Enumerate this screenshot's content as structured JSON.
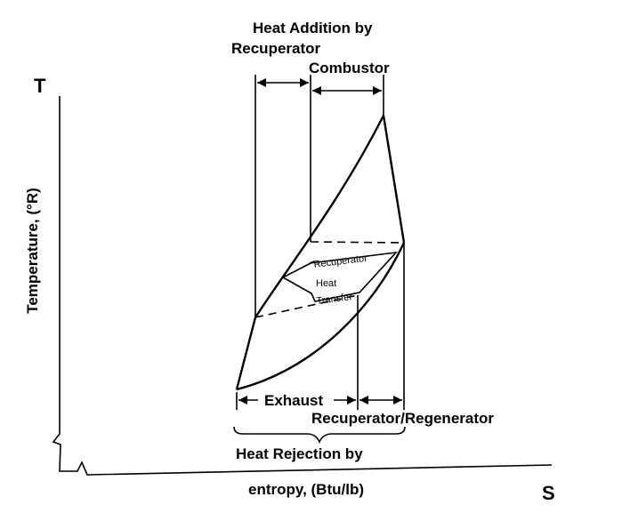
{
  "axes": {
    "y_symbol": "T",
    "x_symbol": "S",
    "y_label": "Temperature, (°R)",
    "x_label": "entropy, (Btu/lb)"
  },
  "top_labels": {
    "heat_addition": "Heat Addition by",
    "recuperator": "Recuperator",
    "combustor": "Combustor"
  },
  "inner_arrow": {
    "line1": "Recuperator",
    "line2": "Heat",
    "line3": "Transfer"
  },
  "bottom_labels": {
    "exhaust": "Exhaust",
    "recuperator_regenerator": "Recuperator/Regenerator",
    "heat_rejection": "Heat Rejection by"
  }
}
